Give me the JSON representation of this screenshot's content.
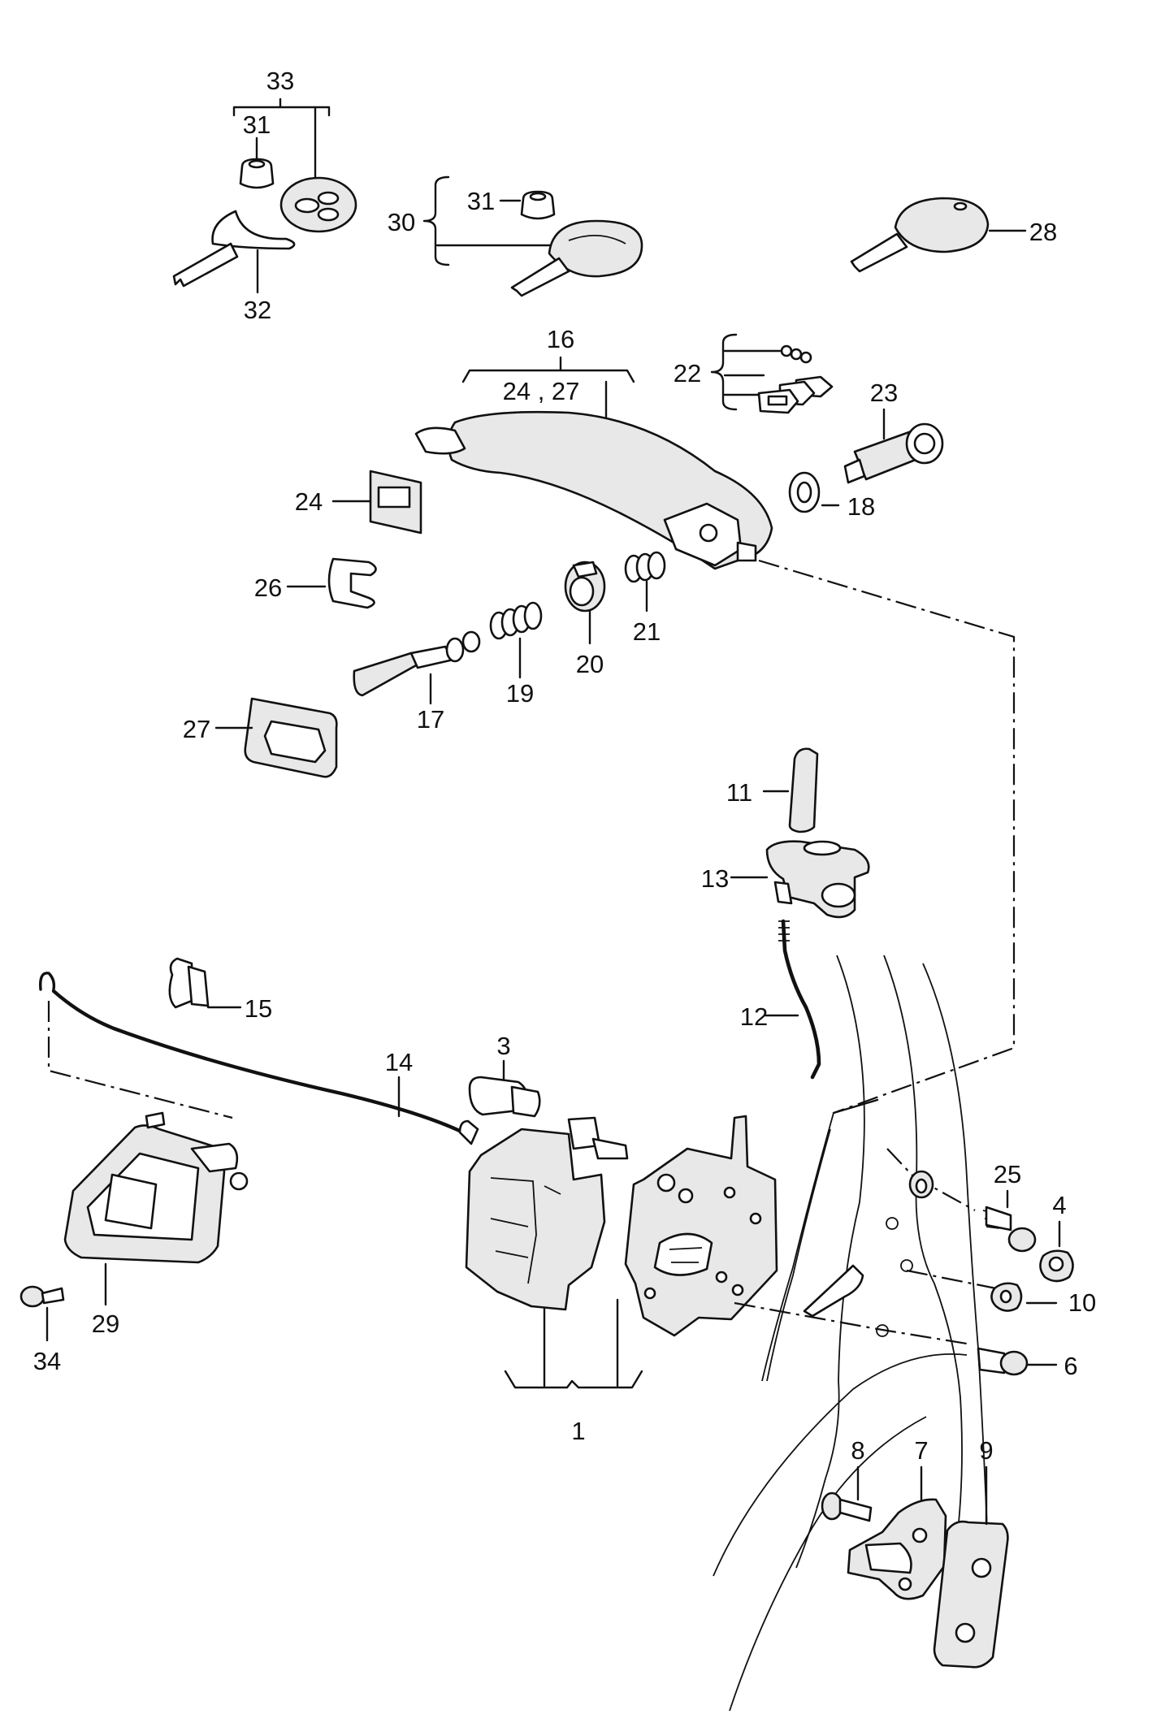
{
  "callouts": {
    "c1": "1",
    "c3": "3",
    "c4": "4",
    "c6": "6",
    "c7": "7",
    "c8": "8",
    "c9": "9",
    "c10": "10",
    "c11": "11",
    "c12": "12",
    "c13": "13",
    "c14": "14",
    "c15": "15",
    "c16": "16",
    "c16sub": "24 , 27",
    "c17": "17",
    "c18": "18",
    "c19": "19",
    "c20": "20",
    "c21": "21",
    "c22": "22",
    "c23": "23",
    "c24": "24",
    "c25": "25",
    "c26": "26",
    "c27": "27",
    "c28": "28",
    "c29": "29",
    "c30": "30",
    "c31a": "31",
    "c31b": "31",
    "c32": "32",
    "c33": "33",
    "c34": "34"
  }
}
